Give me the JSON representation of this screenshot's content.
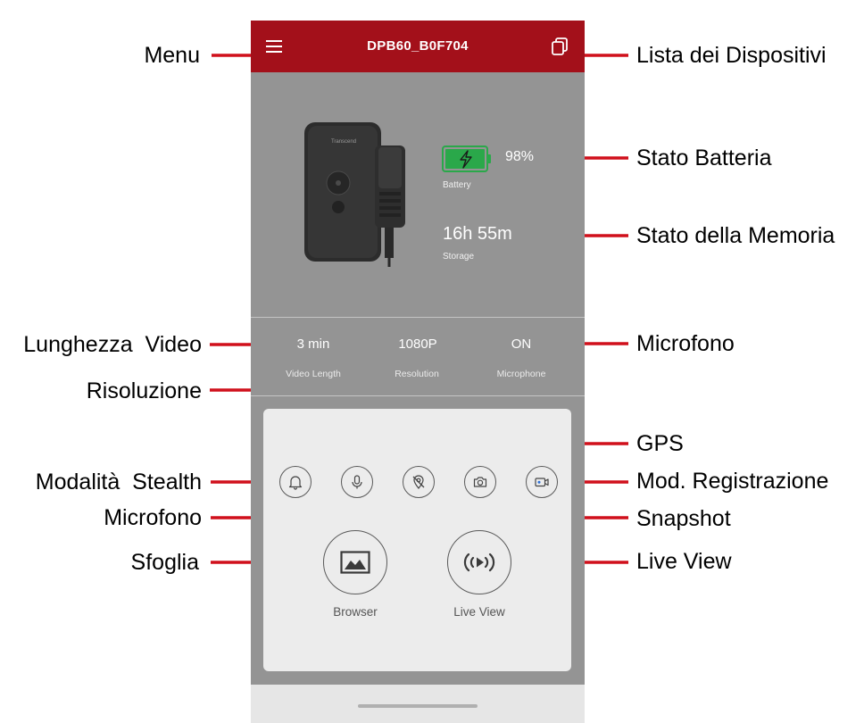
{
  "app": {
    "title": "DPB60_B0F704",
    "battery": {
      "label": "Battery",
      "value": "98%",
      "color": "#2aa84a"
    },
    "storage": {
      "label": "Storage",
      "value": "16h 55m"
    },
    "stats": [
      {
        "value": "3 min",
        "label": "Video Length"
      },
      {
        "value": "1080P",
        "label": "Resolution"
      },
      {
        "value": "ON",
        "label": "Microphone"
      }
    ],
    "controls": {
      "browser_label": "Browser",
      "live_view_label": "Live View"
    },
    "device_brand": "Transcend"
  },
  "callouts": {
    "menu": "Menu",
    "device_list": "Lista dei Dispositivi",
    "battery_status": "Stato Batteria",
    "memory_status": "Stato della Memoria",
    "video_length": "Lunghezza  Video",
    "microphone_status": "Microfono",
    "resolution": "Risoluzione",
    "gps": "GPS",
    "stealth_mode": "Modalità  Stealth",
    "recording_mode": "Mod. Registrazione",
    "microphone_button": "Microfono",
    "snapshot": "Snapshot",
    "browse": "Sfoglia",
    "live_view": "Live View"
  },
  "colors": {
    "accent": "#a3101a",
    "callout_line": "#d0101c"
  }
}
